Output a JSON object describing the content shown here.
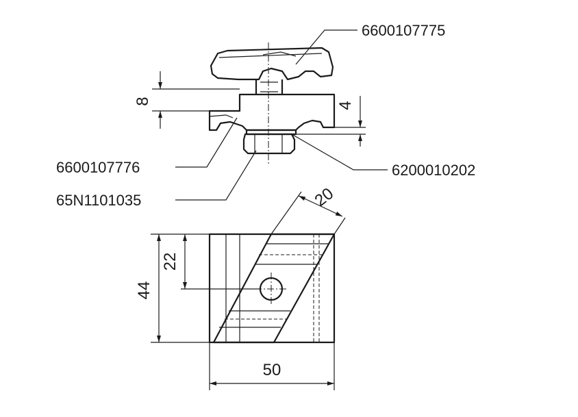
{
  "part_numbers": {
    "top_clamp": "6600107775",
    "t_slot_nut": "6600107776",
    "screw": "65N1101035",
    "washer": "6200010202"
  },
  "dimensions": {
    "height_top": "8",
    "gap": "4",
    "width": "50",
    "height": "44",
    "half_height": "22",
    "diagonal_width": "20"
  }
}
